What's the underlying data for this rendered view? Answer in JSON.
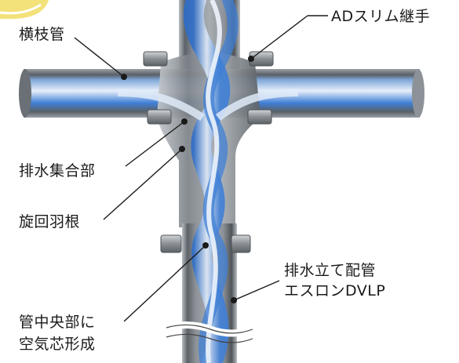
{
  "diagram": {
    "labels": {
      "horizontal_branch": "横枝管",
      "ad_slim_joint": "ADスリム継手",
      "drain_merge": "排水集合部",
      "swirl_vane": "旋回羽根",
      "drain_stack_line1": "排水立て配管",
      "drain_stack_line2": "エスロンDVLP",
      "air_core_line1": "管中央部に",
      "air_core_line2": "空気芯形成"
    },
    "colors": {
      "pipe_gray": "#8d9298",
      "pipe_dark": "#4e5459",
      "water_blue": "#3f7fd6",
      "water_light": "#dfeaf8",
      "badge_yellow": "#f3e27a",
      "leader_line": "#1a1a1a"
    }
  }
}
